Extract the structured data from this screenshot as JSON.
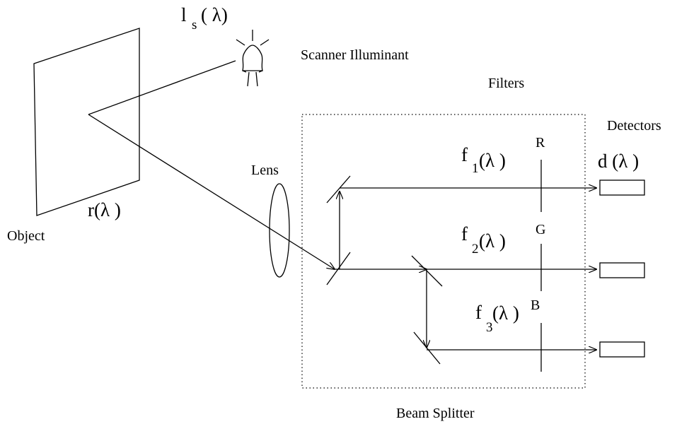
{
  "labels": {
    "illuminant_symbol": "l",
    "illuminant_subscript": "s",
    "illuminant_arg": "( λ)",
    "scanner_illuminant": "Scanner Illuminant",
    "filters": "Filters",
    "detectors": "Detectors",
    "lens": "Lens",
    "object": "Object",
    "reflectance": "r(λ )",
    "detector_fn": "d (λ )",
    "beam_splitter": "Beam Splitter"
  },
  "filters": [
    {
      "symbol": "f",
      "index": "1",
      "arg": "(λ )",
      "channel": "R"
    },
    {
      "symbol": "f",
      "index": "2",
      "arg": "(λ )",
      "channel": "G"
    },
    {
      "symbol": "f",
      "index": "3",
      "arg": "(λ )",
      "channel": "B"
    }
  ]
}
